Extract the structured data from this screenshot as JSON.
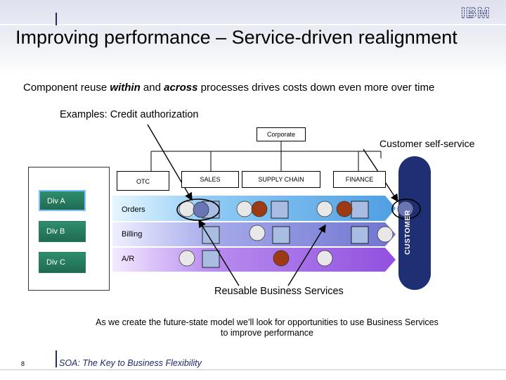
{
  "page": {
    "title": "Improving performance – Service-driven realignment",
    "logo": "IBM",
    "subtitle_parts": [
      "Component reuse ",
      "within",
      " and ",
      "across",
      " processes drives costs down even more over time"
    ],
    "examples": "Examples: Credit authorization",
    "footer": "SOA: The Key to Business Flexibility",
    "page_number": "8"
  },
  "diagram": {
    "root": "Corporate",
    "customer_self_service": "Customer self-service",
    "functions": [
      "OTC",
      "SALES",
      "SUPPLY CHAIN",
      "FINANCE"
    ],
    "divisions": [
      "Div A",
      "Div B",
      "Div C"
    ],
    "processes": [
      "Orders",
      "Billing",
      "A/R"
    ],
    "customer_label": "CUSTOMER",
    "reusable_label": "Reusable Business Services",
    "note": "As we create the future-state model we’ll look for opportunities to use Business Services to improve performance"
  },
  "colors": {
    "orders_band": "#5aa6e6",
    "billing_band": "#7b80d6",
    "ar_band": "#9a5fe0",
    "division_box": "#2e8f6d",
    "customer_pill": "#1f2f73",
    "service_square": "#a9bde3",
    "service_circle": "#e8e8e8",
    "service_brown": "#9b3a14",
    "title_accent": "#1f2a6b"
  }
}
